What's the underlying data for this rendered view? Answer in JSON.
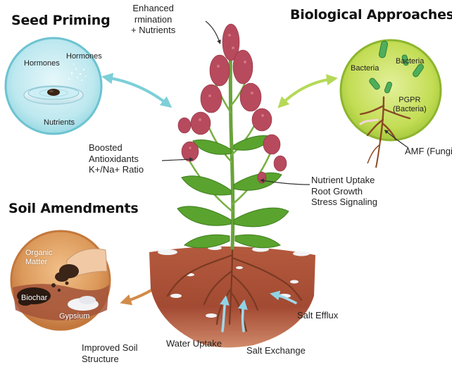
{
  "sections": {
    "seed_priming": {
      "title": "Seed Priming",
      "circle_labels": [
        "Hormones",
        "Hormones",
        "Nutrients"
      ]
    },
    "biological": {
      "title": "Biological Approaches",
      "circle_labels": [
        "Bacteria",
        "Bacteria",
        "PGPR",
        "(Bacteria)"
      ],
      "callout": "AMF (Fungi)"
    },
    "soil_amendments": {
      "title": "Soil Amendments",
      "circle_labels": [
        "Organic",
        "Matter",
        "Biochar",
        "Gypsium"
      ],
      "callout": [
        "Improved Soil",
        "Structure"
      ]
    }
  },
  "plant_labels": {
    "top": [
      "Enhanced",
      "rmination",
      "+ Nutrients"
    ],
    "left": [
      "Boosted",
      "Antioxidants",
      "K+/Na+ Ratio"
    ],
    "right": [
      "Nutrient Uptake",
      "Root Growth",
      "Stress Signaling"
    ]
  },
  "root_labels": {
    "water": "Water Uptake",
    "exchange": "Salt Exchange",
    "efflux": "Salt Efflux"
  },
  "colors": {
    "seed_circle": "#9fdce6",
    "bio_circle": "#b9d94a",
    "soil_circle": "#d9934f",
    "arrow_cyan": "#7ccfd8",
    "arrow_green": "#b5d957",
    "arrow_orange": "#d28b4a",
    "soil": "#a9513a",
    "leaf": "#5aa32e",
    "flower": "#b74a5c"
  }
}
